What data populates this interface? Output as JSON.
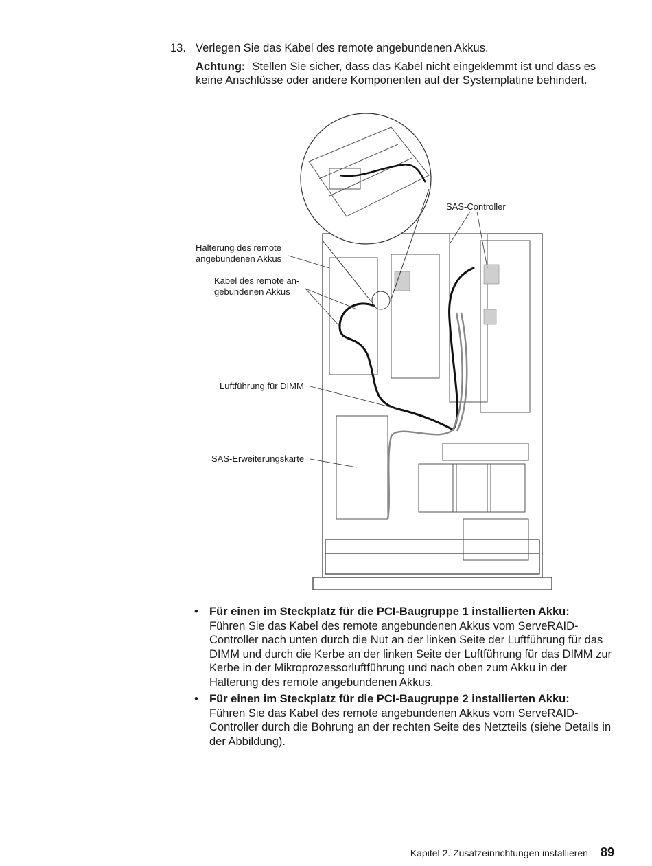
{
  "step": {
    "number": "13.",
    "text": "Verlegen Sie das Kabel des remote angebundenen Akkus."
  },
  "attention": {
    "label": "Achtung:",
    "text": "Stellen Sie sicher, dass das Kabel nicht eingeklemmt ist und dass es keine Anschlüsse oder andere Komponenten auf der Systemplatine behindert."
  },
  "figure": {
    "callouts": {
      "sas_controller": "SAS-Controller",
      "battery_holder_line1": "Halterung des remote",
      "battery_holder_line2": "angebundenen Akkus",
      "battery_cable_line1": "Kabel des remote an-",
      "battery_cable_line2": "gebundenen Akkus",
      "dimm_air_baffle": "Luftführung für DIMM",
      "sas_expansion_card": "SAS-Erweiterungskarte"
    }
  },
  "bullets": [
    {
      "marker": "•",
      "title": "Für einen im Steckplatz für die PCI-Baugruppe 1 installierten Akku:",
      "text": "Führen Sie das Kabel des remote angebundenen Akkus vom ServeRAID-Controller nach unten durch die Nut an der linken Seite der Luftführung für das DIMM und durch die Kerbe an der linken Seite der Luftführung für das DIMM zur Kerbe in der Mikroprozessorluftführung und nach oben zum Akku in der Halterung des remote angebundenen Akkus."
    },
    {
      "marker": "•",
      "title": "Für einen im Steckplatz für die PCI-Baugruppe 2 installierten Akku:",
      "text": "Führen Sie das Kabel des remote angebundenen Akkus vom ServeRAID-Controller durch die Bohrung an der rechten Seite des Netzteils (siehe Details in der Abbildung)."
    }
  ],
  "footer": {
    "chapter": "Kapitel 2. Zusatzeinrichtungen installieren",
    "page": "89"
  }
}
